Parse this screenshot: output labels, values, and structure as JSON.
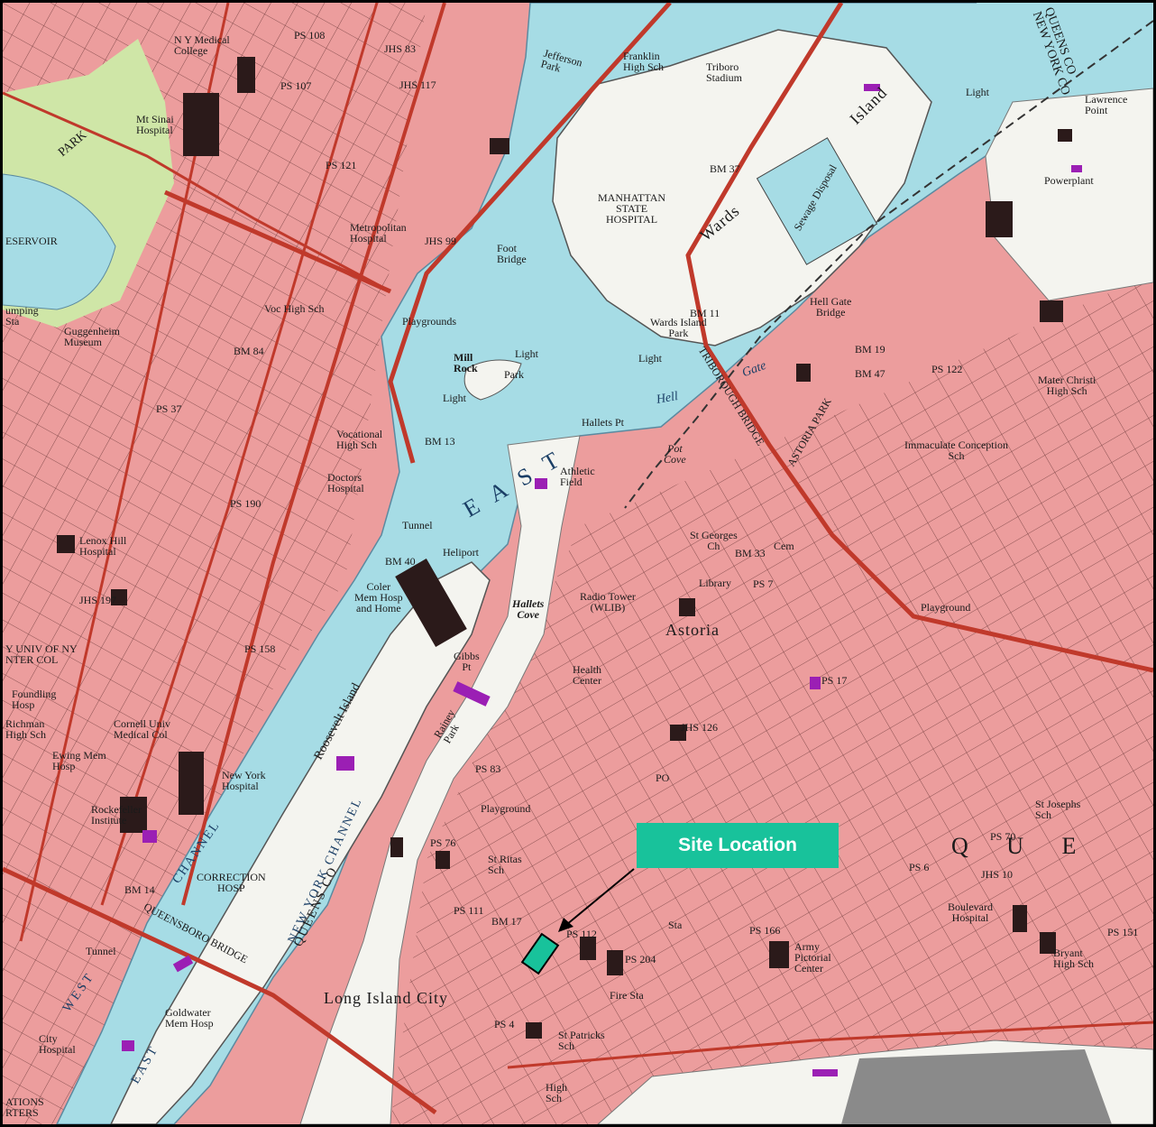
{
  "callout": {
    "label": "Site Location"
  },
  "colors": {
    "urban": "#ec9d9d",
    "water": "#a6dce5",
    "island": "#f4f4ef",
    "park": "#cfe6a7",
    "highway": "#c0392b",
    "building": "#2b1a1a",
    "landmark": "#9b1fb4",
    "site_marker": "#18c29b"
  },
  "icons": {
    "site_marker": "site-marker-icon",
    "pointer": "arrow-icon"
  },
  "labels": {
    "reservoir": "ESERVOIR",
    "pumping_sta": "umping\nSta",
    "park": "PARK",
    "mt_sinai": "Mt Sinai\nHospital",
    "ny_medical": "N Y Medical\nCollege",
    "guggenheim": "Guggenheim\nMuseum",
    "metropolitan_hospital": "Metropolitan\nHospital",
    "voc_high_sch": "Voc High Sch",
    "vocational_high_sch": "Vocational\nHigh Sch",
    "doctors_hospital": "Doctors\nHospital",
    "lenox_hill": "Lenox Hill\nHospital",
    "univ_center": "Y UNIV OF NY\nNTER COL",
    "foundling": "Foundling\nHosp",
    "richman": "Richman\nHigh Sch",
    "cornell": "Cornell Univ\nMedical Col",
    "ewing": "Ewing Mem\nHosp",
    "rockefeller": "Rockefeller\nInstitute",
    "new_york_hospital": "New York\nHospital",
    "tunnel_left": "Tunnel",
    "city_hospital": "City\nHospital",
    "stations": "ATIONS\nRTERS",
    "franklin_high": "Franklin\nHigh Sch",
    "jefferson_park": "Jefferson\nPark",
    "triboro_stadium": "Triboro\nStadium",
    "manhattan_state": "MANHATTAN\nSTATE\nHOSPITAL",
    "wards_island": "Wards",
    "wards_island_park": "Wards Island\nPark",
    "sewage_disposal": "Sewage Disposal",
    "island_word": "Island",
    "foot_bridge": "Foot\nBridge",
    "playgrounds": "Playgrounds",
    "mill_rock": "Mill\nRock",
    "light_1": "Light",
    "light_2": "Light",
    "light_3": "Light",
    "light_4": "Light",
    "park_mill": "Park",
    "hell_gate": "Hell",
    "gate": "Gate",
    "hell_gate_bridge": "Hell Gate\nBridge",
    "hallets_pt": "Hallets Pt",
    "pot_cove": "Pot\nCove",
    "east_river": "E  A  S  T",
    "athletic_field": "Athletic\nField",
    "tunnel_mid": "Tunnel",
    "heliport": "Heliport",
    "coler_hosp": "Coler\nMem Hosp\nand Home",
    "hallets_cove": "Hallets\nCove",
    "radio_tower": "Radio Tower\n(WLIB)",
    "astoria": "Astoria",
    "st_georges": "St Georges\nCh",
    "cem": "Cem",
    "library": "Library",
    "playground_1": "Playground",
    "playground_2": "Playground",
    "gibbs_pt": "Gibbs\nPt",
    "rainey_park": "Rainey\nPark",
    "health_center": "Health\nCenter",
    "roosevelt_island": "Roosevelt Island",
    "channel_left": "CHANNEL",
    "channel_right": "NEW YORK CHANNEL",
    "correction_hosp": "CORRECTION\nHOSP",
    "queens_co": "QUEENS CO",
    "west": "WEST",
    "east_lower": "EAST",
    "goldwater": "Goldwater\nMem Hosp",
    "queensboro_bridge": "QUEENSBORO BRIDGE",
    "long_island_city": "Long Island City",
    "st_ritas": "St Ritas\nSch",
    "st_patricks": "St Patricks\nSch",
    "high_sch": "High\nSch",
    "fire_sta": "Fire Sta",
    "army_pictorial": "Army\nPictorial\nCenter",
    "boulevard_hospital": "Boulevard\nHospital",
    "bryant_high": "Bryant\nHigh Sch",
    "st_josephs": "St Josephs\nSch",
    "queens": "Q   U   E",
    "powerplant": "Powerplant",
    "lawrence_point": "Lawrence\nPoint",
    "mater_christi": "Mater Christi\nHigh Sch",
    "immaculate": "Immaculate Conception\nSch",
    "astoria_park": "ASTORIA PARK",
    "triborough_bridge": "TRIBOROUGH BRIDGE",
    "queens_ny_co": "QUEENS CO\nNEW YORK CO",
    "ps_labels": [
      "PS 108",
      "PS 107",
      "PS 121",
      "PS 37",
      "PS 190",
      "PS 158",
      "PS 83",
      "PS 76",
      "PS 111",
      "PS 112",
      "PS 204",
      "PS 166",
      "PS 4",
      "PS 6",
      "PS 70",
      "PS 151",
      "PS 122",
      "PS 17",
      "PS 7"
    ],
    "jhs_labels": [
      "JHS 83",
      "JHS 117",
      "JHS 99",
      "JHS 197",
      "JHS 126",
      "JHS 10"
    ],
    "bm_labels": [
      "BM 84",
      "BM 13",
      "BM 40",
      "BM 14",
      "BM 17",
      "BM 19",
      "BM 47",
      "BM 33",
      "BM 37",
      "BM 11"
    ],
    "po": "PO",
    "sta": "Sta"
  }
}
